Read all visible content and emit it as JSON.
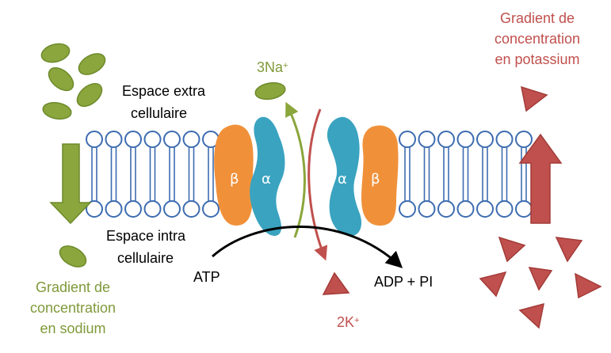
{
  "labels": {
    "extracellular_line1": "Espace extra",
    "extracellular_line2": "cellulaire",
    "intracellular_line1": "Espace intra",
    "intracellular_line2": "cellulaire",
    "atp": "ATP",
    "adp": "ADP + PI",
    "sodium_ion": "3Na",
    "sodium_charge": "+",
    "potassium_ion": "2K",
    "potassium_charge": "+",
    "sodium_gradient_line1": "Gradient de",
    "sodium_gradient_line2": "concentration",
    "sodium_gradient_line3": "en sodium",
    "potassium_gradient_line1": "Gradient de",
    "potassium_gradient_line2": "concentration",
    "potassium_gradient_line3": "en potassium",
    "beta_left": "β",
    "alpha_left": "α",
    "alpha_right": "α",
    "beta_right": "β"
  },
  "colors": {
    "sodium": "#8aa63c",
    "potassium": "#c0504d",
    "membrane": "#3d6cb0",
    "alpha_subunit": "#3aa3c0",
    "beta_subunit": "#f0913a"
  },
  "icons": {
    "sodium_ion": "green-ellipse",
    "potassium_ion": "red-triangle",
    "gradient_arrow": "thick-arrow"
  }
}
